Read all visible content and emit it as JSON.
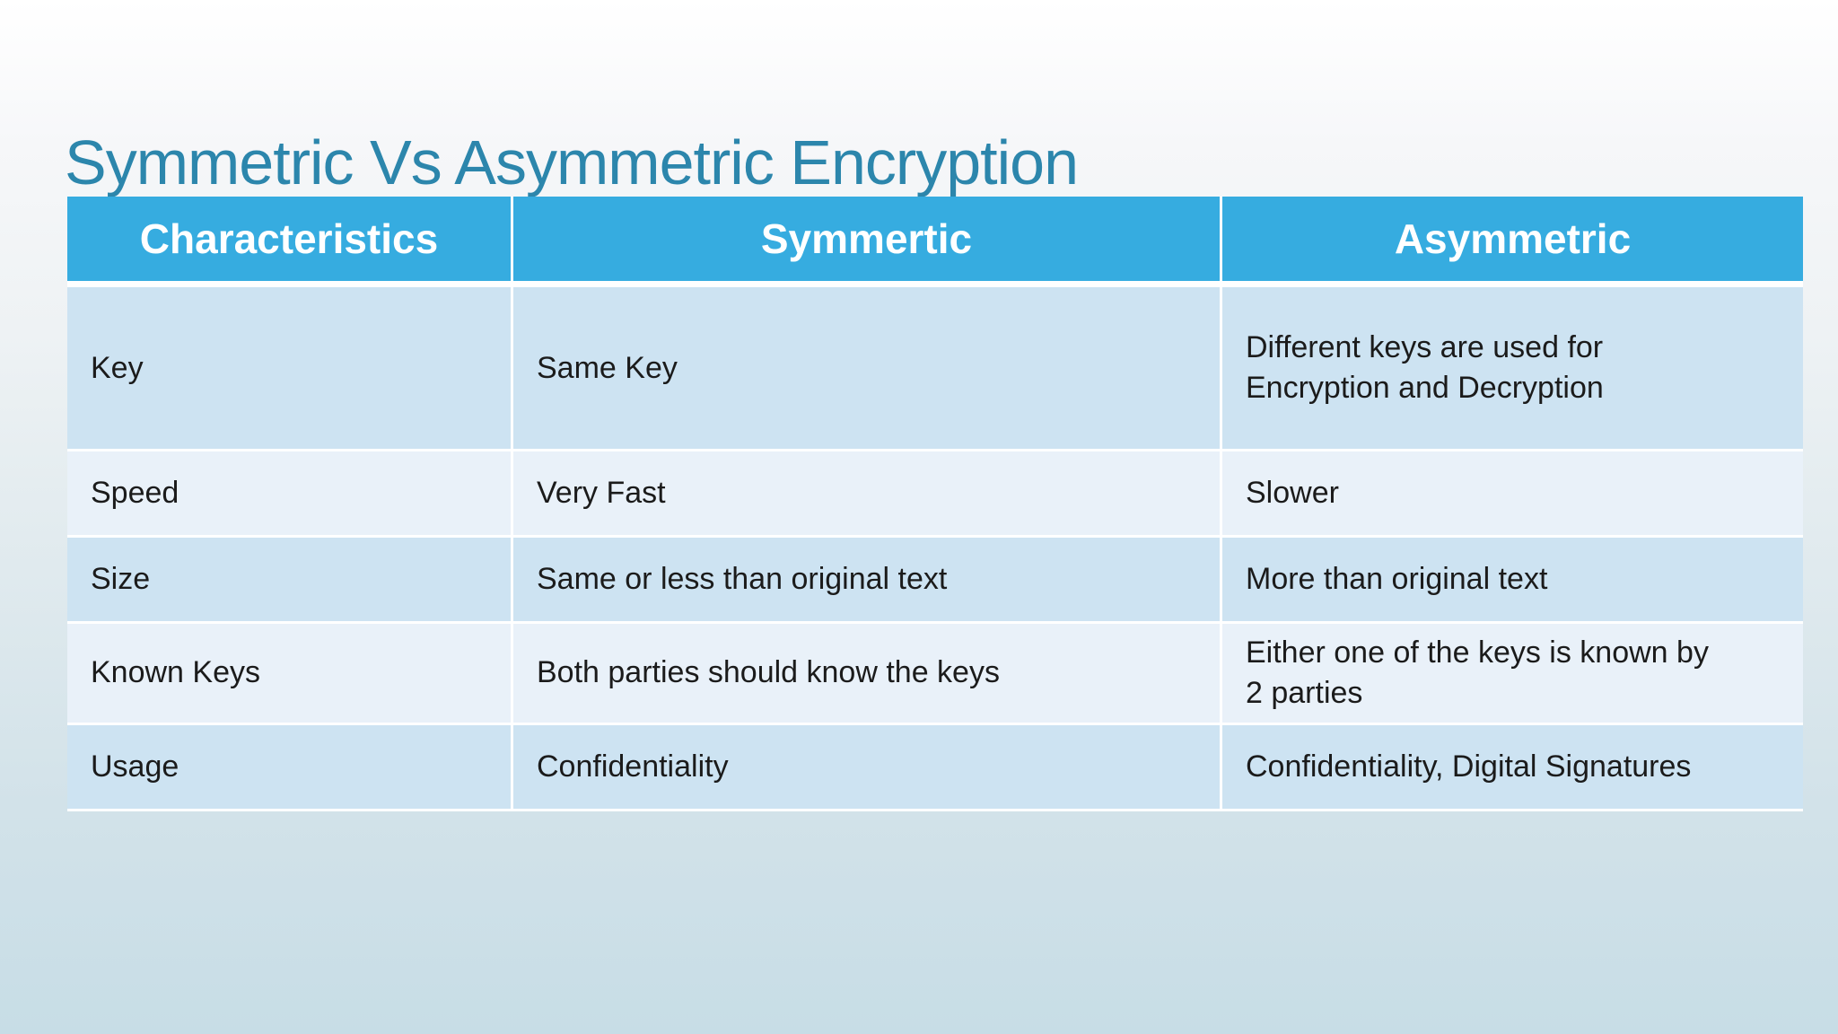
{
  "slide": {
    "title": "Symmetric Vs Asymmetric Encryption"
  },
  "colors": {
    "title_text": "#2C86AC",
    "header_bg": "#36ACE0",
    "header_text": "#FFFFFF",
    "row_odd_bg": "#CDE3F2",
    "row_even_bg": "#E9F1F9",
    "body_text": "#1B1B1B",
    "background_top": "#FFFFFF",
    "background_bottom": "#C7DDE6",
    "cell_divider": "#FFFFFF"
  },
  "table": {
    "header": [
      "Characteristics",
      "Symmertic",
      "Asymmetric"
    ],
    "rows": [
      {
        "cells": [
          "Key",
          "Same Key",
          "Different keys are used for\nEncryption and Decryption"
        ]
      },
      {
        "cells": [
          "Speed",
          "Very Fast",
          "Slower"
        ]
      },
      {
        "cells": [
          "Size",
          "Same or less than original text",
          "More than original text"
        ]
      },
      {
        "cells": [
          "Known Keys",
          "Both parties should know the keys",
          "Either one of the keys is known by\n2 parties"
        ]
      },
      {
        "cells": [
          "Usage",
          "Confidentiality",
          "Confidentiality, Digital Signatures"
        ]
      }
    ]
  }
}
